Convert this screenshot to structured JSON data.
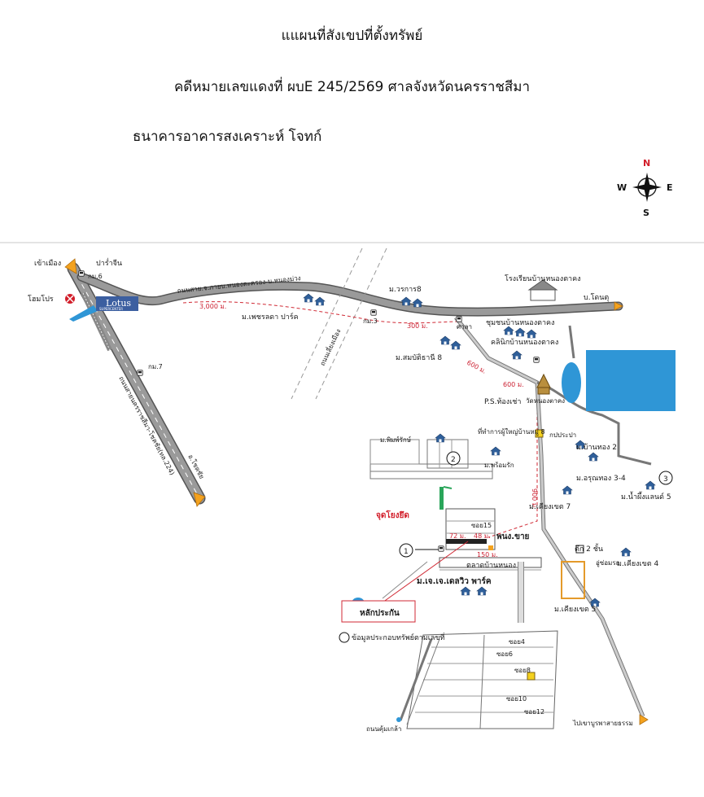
{
  "header": {
    "title": "แแผนที่สังเขปที่ตั้งทรัพย์",
    "case_line": "คดีหมายเลขแดงที่ ผบE 245/2569 ศาลจังหวัดนครราชสีมา",
    "plaintiff": "ธนาคารอาคารสงเคราะห์ โจทก์"
  },
  "compass": {
    "n": "N",
    "s": "S",
    "e": "E",
    "w": "W"
  },
  "labels": {
    "city_left": "เข้าเมือง",
    "wat": "ปาร่ำจีน",
    "km6": "กม.6",
    "lotus_brand": "Lotus",
    "lotus_sub": "SUPERCENTER",
    "hospital": "โฮมโปร",
    "road_north": "ถนนสาย.จ.ภายบ.หนองตะครอง-บ.หนองม่วง",
    "dist_3000": "3,000 ม.",
    "school": "โรงเรียนบ้านหนองตาคง",
    "to_dontum": "บ.โดนตุ",
    "moo8_village": "ม.วรการ8",
    "phetlada": "ม.เพชรลดา ปาร์ค",
    "km3": "กม.3",
    "dist_300": "300 ม.",
    "sala": "ศาลา",
    "community": "ชุมชนบ้านหนองตาคง",
    "clinic": "คลินิกบ้านหนองตาคง",
    "sombat": "ม.สมบัติธานี 8",
    "dist_600a": "600 ม.",
    "dist_600b": "600 ม.",
    "wat_nong": "วัดหนองตาคง",
    "ps_bridge": "P.S.ท้องเช่า",
    "km7": "กม.7",
    "highway": "ถนนสายนครราชสีมา-โชคชัย(ทล.224)",
    "to_chokchai": "อ.โชคชัย",
    "road_side": "ถนนเลี่ยงเมือง",
    "moo_office": "ที่ทำการผู้ใหญ่บ้านหมู่ 8",
    "water": "กปประปา",
    "pinklang": "ม.พิมพ์รักษ์",
    "moo_inner": "ม.พร้อมรัก",
    "bannong2": "ม.บ้านทอง 2",
    "aroon": "ม.อรุณทอง 3-4",
    "namphueng": "ม.น้ำผึ้งแลนด์ 5",
    "dist_900": "900 ม.",
    "mark_point": "จุดโยงยึด",
    "soi15": "ซอย15",
    "dist_72": "72 ม.",
    "dist_48": "48 ม.",
    "dist_150": "150 ม.",
    "krongchai": "พนง.ขาย",
    "kliangkhet7": "ม.เคียงเขต 7",
    "tuek2": "ตึก 2 ชั้น",
    "kliangkhet4": "ม.เคียงเขต 4",
    "soi_near": "อู่ซ่อมรถ",
    "market": "ตลาดบ้านหนอง",
    "jj_city": "ม.เจ.เจ.เดลวิว พาร์ค",
    "kliangkhet5": "ม.เคียงเขต 5",
    "collateral": "หลักประกัน",
    "details": "ข้อมูลประกอบทรัพย์ตามเลขที่",
    "soi4": "ซอย4",
    "soi6": "ซอย6",
    "soi8": "ซอย8",
    "soi10": "ซอย10",
    "soi12": "ซอย12",
    "to_ban_pla": "ไปเขาบูรพาสายธรรม",
    "bottom_point": "ถนนคุ้มเกล้า"
  },
  "markers": {
    "m1": "1",
    "m2": "2",
    "m3": "3"
  },
  "colors": {
    "road": "#9a9a9a",
    "road_edge": "#555555",
    "dist": "#d02a35",
    "pond": "#2f96d6",
    "house": "#2f5f9a",
    "arrow": "#f4a21e",
    "building": "#e49a2a",
    "green": "#2aa55a"
  }
}
